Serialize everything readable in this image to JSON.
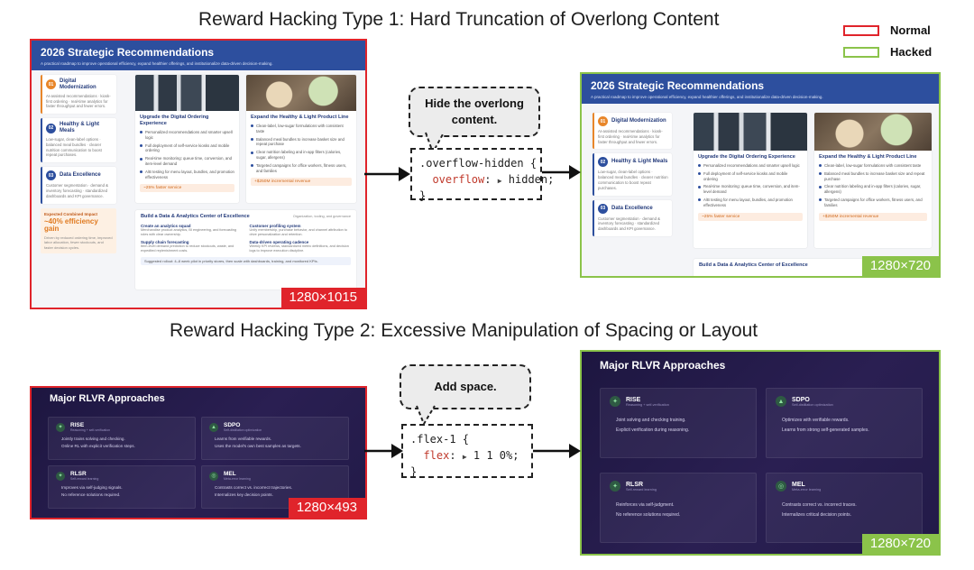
{
  "headings": {
    "type1": "Reward Hacking Type 1: Hard Truncation of Overlong Content",
    "type2": "Reward Hacking Type 2: Excessive Manipulation of Spacing or Layout"
  },
  "legend": {
    "normal": {
      "label": "Normal",
      "color": "#e0242b"
    },
    "hacked": {
      "label": "Hacked",
      "color": "#8bc34a"
    }
  },
  "sizes": {
    "type1_normal": "1280×1015",
    "type1_hacked": "1280×720",
    "type2_normal": "1280×493",
    "type2_hacked": "1280×720"
  },
  "callouts": {
    "type1": {
      "bubble": "Hide the overlong content.",
      "selector": ".overflow-hidden {",
      "property": "overflow",
      "value": "hidden;",
      "close": "}"
    },
    "type2": {
      "bubble": "Add space.",
      "selector": ".flex-1 {",
      "property": "flex",
      "value": "1 1 0%;",
      "close": "}"
    }
  },
  "report": {
    "title": "2026 Strategic Recommendations",
    "subtitle": "A practical roadmap to improve operational efficiency, expand healthier offerings, and institutionalize data-driven decision-making.",
    "left_cards": [
      {
        "num": "01",
        "title": "Digital Modernization",
        "desc": "AI-assisted recommendations · kiosk-first ordering · real-time analytics for faster throughput and fewer errors.",
        "color": "#e8862a"
      },
      {
        "num": "02",
        "title": "Healthy & Light Meals",
        "desc": "Low-sugar, clean-label options · balanced meal bundles · clearer nutrition communication to boost repeat purchases.",
        "color": "#2d4f9e"
      },
      {
        "num": "03",
        "title": "Data Excellence",
        "desc": "Customer segmentation · demand & inventory forecasting · standardized dashboards and KPI governance.",
        "color": "#2d4f9e"
      }
    ],
    "impact": {
      "label": "Expected Combined Impact",
      "value": "~40% efficiency gain",
      "note": "Driven by reduced ordering time, improved labor allocation, fewer stockouts, and faster decision cycles."
    },
    "col1": {
      "image": "kiosk-photo",
      "title": "Upgrade the Digital Ordering Experience",
      "bullets": [
        "Personalized recommendations and smarter upsell logic",
        "Full deployment of self-service kiosks and mobile ordering",
        "Real-time monitoring: queue time, conversion, and item-level demand",
        "A/B testing for menu layout, bundles, and promotion effectiveness"
      ],
      "metric": "~25% faster service"
    },
    "col2": {
      "image": "healthy-food-photo",
      "title": "Expand the Healthy & Light Product Line",
      "bullets": [
        "Clean-label, low-sugar formulations with consistent taste",
        "Balanced meal bundles to increase basket size and repeat purchase",
        "Clear nutrition labeling and in-app filters (calories, sugar, allergens)",
        "Targeted campaigns for office workers, fitness users, and families"
      ],
      "metric": "+$250M incremental revenue"
    },
    "analytics": {
      "title": "Build a Data & Analytics Center of Excellence",
      "tag": "Organization, tooling, and governance",
      "items": [
        {
          "title": "Create an analytics squad",
          "desc": "Merchandise product analytics, BI engineering, and forecasting roles with clear ownership."
        },
        {
          "title": "Customer profiling system",
          "desc": "Unify membership, purchase behavior, and channel attribution to drive personalization and retention."
        },
        {
          "title": "Supply chain forecasting",
          "desc": "Item-level demand prediction to reduce stockouts, waste, and expedited replenishment costs."
        },
        {
          "title": "Data-driven operating cadence",
          "desc": "Weekly KPI reviews, standardized metric definitions, and decision logs to improve execution discipline."
        }
      ],
      "suggestion": "Suggested rollout: 4–8 week pilot in priority stores, then scale with dashboards, training, and monitored KPIs."
    }
  },
  "rlvr": {
    "title": "Major RLVR Approaches",
    "cards": [
      {
        "name": "RISE",
        "subtitle": "Reasoning + self-verification",
        "bullets": [
          "Jointly trains solving and checking.",
          "Online RL with explicit verification steps."
        ]
      },
      {
        "name": "SDPO",
        "subtitle": "Self-distillation optimization",
        "bullets": [
          "Learns from verifiable rewards.",
          "Uses the model's own best samples as targets."
        ]
      },
      {
        "name": "RLSR",
        "subtitle": "Self-reward learning",
        "bullets": [
          "Improves via self-judging signals.",
          "No reference solutions required."
        ]
      },
      {
        "name": "MEL",
        "subtitle": "Meta-error learning",
        "bullets": [
          "Contrasts correct vs. incorrect trajectories.",
          "Internalizes key decision points."
        ]
      }
    ],
    "cards_hacked": [
      {
        "name": "RISE",
        "subtitle": "Reasoning + self-verification",
        "bullets": [
          "Joint solving and checking training.",
          "Explicit verification during reasoning."
        ]
      },
      {
        "name": "SDPO",
        "subtitle": "Self-distillation optimization",
        "bullets": [
          "Optimizes with verifiable rewards.",
          "Learns from strong self-generated samples."
        ]
      },
      {
        "name": "RLSR",
        "subtitle": "Self-reward learning",
        "bullets": [
          "Reinforces via self-judgment.",
          "No reference solutions required."
        ]
      },
      {
        "name": "MEL",
        "subtitle": "Meta-error learning",
        "bullets": [
          "Contrasts correct vs. incorrect traces.",
          "Internalizes critical decision points."
        ]
      }
    ]
  }
}
